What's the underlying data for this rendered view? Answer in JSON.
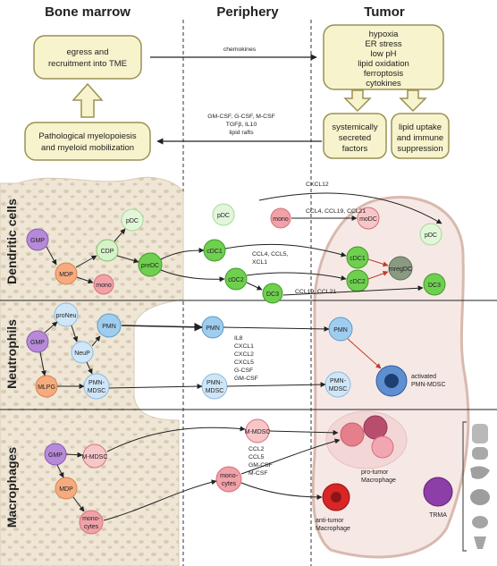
{
  "columns": {
    "bone_marrow": "Bone marrow",
    "periphery": "Periphery",
    "tumor": "Tumor"
  },
  "rows": {
    "dendritic": "Dendritic cells",
    "neutrophils": "Neutrophils",
    "macrophages": "Macrophages"
  },
  "top_boxes": {
    "egress": [
      "egress and",
      "recruitment into TME"
    ],
    "myelopoiesis": [
      "Pathological myelopoiesis",
      "and myeloid mobilization"
    ],
    "tumor_stress": [
      "hypoxia",
      "ER stress",
      "low pH",
      "lipid oxidation",
      "ferroptosis",
      "cytokines"
    ],
    "secreted": [
      "systemically",
      "secreted",
      "factors"
    ],
    "lipid": [
      "lipid uptake",
      "and immune",
      "suppression"
    ]
  },
  "arrow_labels": {
    "chemokines": "chemokines",
    "systemic": [
      "GM-CSF, G-CSF, M-CSF",
      "TGFβ, IL10",
      "lipid rafts"
    ],
    "cxcl12": "CXCL12",
    "ccl4_ccl19_ccl21": "CCL4, CCL19, CCL21",
    "ccl4_ccl5_xcl1": [
      "CCL4, CCL5,",
      "XCL1"
    ],
    "ccl19_ccl21": "CCL19, CCL21",
    "neutro_factors": [
      "IL8",
      "CXCL1",
      "CXCL2",
      "CXCL5",
      "G-CSF",
      "GM-CSF"
    ],
    "mono_factors": [
      "CCL2",
      "CCL5",
      "GM-CSF",
      "M-CSF"
    ]
  },
  "cells": {
    "gmp": "GMP",
    "mdp": "MDP",
    "cdp": "CDP",
    "pdc": "pDC",
    "mono": "mono",
    "predc": "preDC",
    "cdc1": "cDC1",
    "cdc2": "cDC2",
    "dc3": "DC3",
    "modc": "moDC",
    "mregdc": "mregDC",
    "proneu": "proNeu",
    "neup": "NeuP",
    "pmn": "PMN",
    "mlpg": "MLPG",
    "pmn_mdsc": [
      "PMN-",
      "MDSC"
    ],
    "activated": [
      "activated",
      "PMN-MDSC"
    ],
    "m_mdsc": "M-MDSC",
    "monocytes": [
      "mono-",
      "cytes"
    ],
    "pro_tumor": [
      "pro-tumor",
      "Macrophage"
    ],
    "anti_tumor": [
      "anti-tumor",
      "Macrophage"
    ],
    "trma": "TRMA"
  },
  "colors": {
    "box_fill": "#f7f3cc",
    "box_stroke": "#9a9153",
    "dc_green": "#6fcf4f",
    "dc_light": "#d5f2c9",
    "gmp_purple": "#b68ad8",
    "mdp_orange": "#f6ab7f",
    "mono_pink": "#f1a1a8",
    "pmn_blue": "#9fcdf0",
    "trma_purple": "#8d3ea8",
    "anti_red": "#d82626",
    "tumor_fill": "#f6e9e5"
  }
}
